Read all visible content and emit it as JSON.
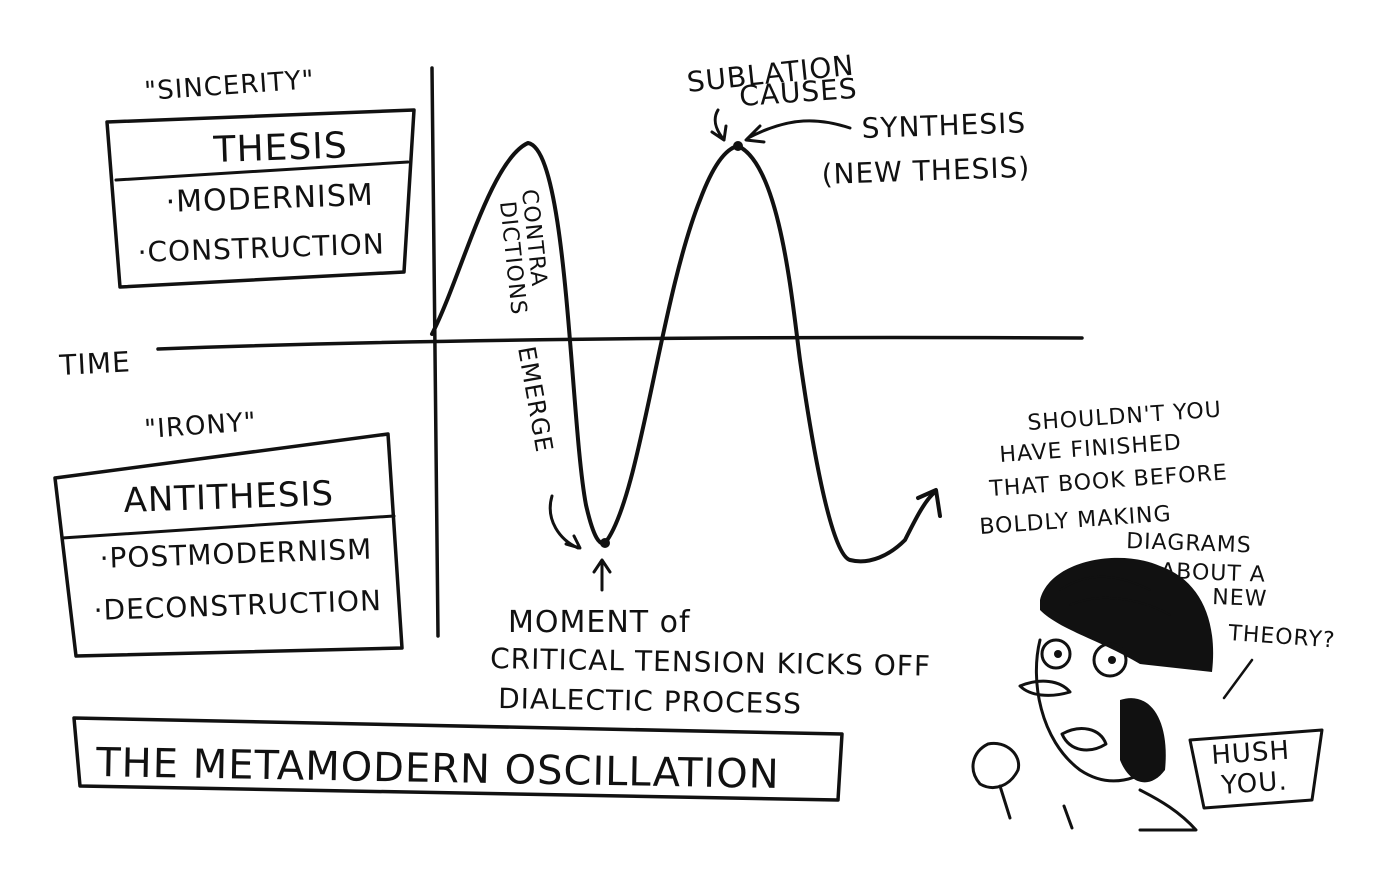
{
  "ink_color": "#111111",
  "background_color": "#ffffff",
  "sincerity_label": "\"SINCERITY\"",
  "thesis_box": {
    "title": "THESIS",
    "items": [
      "·MODERNISM",
      "·CONSTRUCTION"
    ]
  },
  "time_label": "TIME",
  "irony_label": "\"IRONY\"",
  "antithesis_box": {
    "title": "ANTITHESIS",
    "items": [
      "·POSTMODERNISM",
      "·DECONSTRUCTION"
    ]
  },
  "contradictions_label": {
    "line1": "CONTRA",
    "line2": "DICTIONS",
    "line3": "EMERGE"
  },
  "sublation_label": {
    "line1": "SUBLATION",
    "line2": "CAUSES"
  },
  "synthesis_label": {
    "line1": "SYNTHESIS",
    "line2": "(NEW THESIS)"
  },
  "moment_label": {
    "line1": "MOMENT of",
    "line2": "CRITICAL TENSION KICKS OFF",
    "line3": "DIALECTIC PROCESS"
  },
  "main_title": "THE METAMODERN OSCILLATION",
  "speech_bubble": {
    "line1": "SHOULDN'T YOU",
    "line2": "HAVE FINISHED",
    "line3": "THAT BOOK BEFORE",
    "line4": "BOLDLY MAKING",
    "line5": "DIAGRAMS",
    "line6": "ABOUT A",
    "line7": "NEW",
    "line8": "THEORY?"
  },
  "hush_sign": {
    "line1": "HUSH",
    "line2": "YOU."
  }
}
